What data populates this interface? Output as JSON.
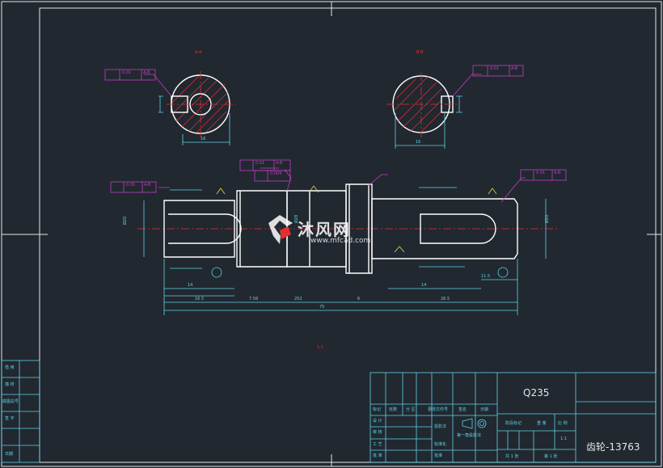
{
  "drawing": {
    "material": "Q235",
    "part_name": "齿轮-13763",
    "view_label_aa": "A-A",
    "view_label_bb": "B-B",
    "scale_center_label": "1:1",
    "watermark": {
      "brand_cn": "沐风网",
      "brand_url": "www.mfcad.com"
    }
  },
  "tolerance_frames": {
    "left_section": {
      "value": "0.01",
      "datum": "A-B"
    },
    "right_section": {
      "value": "0.01",
      "datum": "A-B"
    },
    "shaft_left": {
      "value": "0.01",
      "datum": "A-B"
    },
    "shaft_mid_1": {
      "value": "0.01",
      "datum": "A-B"
    },
    "shaft_mid_2": {
      "value": "0.004",
      "datum": ""
    },
    "shaft_right": {
      "value": "0.01",
      "datum": "A-B"
    }
  },
  "dimensions": {
    "left_section_width": "16",
    "right_section_width": "16",
    "key_left": "14",
    "key_right": "14",
    "seg_1": "16.5",
    "seg_2": "7.58",
    "seg_3": "252",
    "seg_4": "6",
    "seg_5": "26.5",
    "overall": "75",
    "right_end": "11.5",
    "left_dia": "Ø20",
    "right_dia": "Ø20",
    "mid_dia": "Ø28"
  },
  "title_block": {
    "left_column": [
      "借 用",
      "描 校",
      "底图总号",
      "签 字",
      "日期"
    ],
    "header_row": [
      "标记",
      "处数",
      "分 区",
      "更改文件号",
      "签名",
      "日期"
    ],
    "role_rows": [
      "设 计",
      "审 核",
      "工 艺",
      "批 准"
    ],
    "sub_labels": [
      "标准化",
      "批准"
    ],
    "stage_label": "阶段标记",
    "weight_label": "重 量",
    "scale_label": "比 例",
    "scale_value": "1:1",
    "sheet_total": "共 1 张",
    "sheet_num": "第 1 张",
    "projection_label": "第一角投影法",
    "projection_label2": "投影法"
  },
  "colors": {
    "background": "#212830",
    "frame": "#e6e6e6",
    "dimension": "#5fd3e6",
    "centerline": "#e23030",
    "tolerance": "#c63cc6",
    "surface_finish": "#e6d64a"
  }
}
